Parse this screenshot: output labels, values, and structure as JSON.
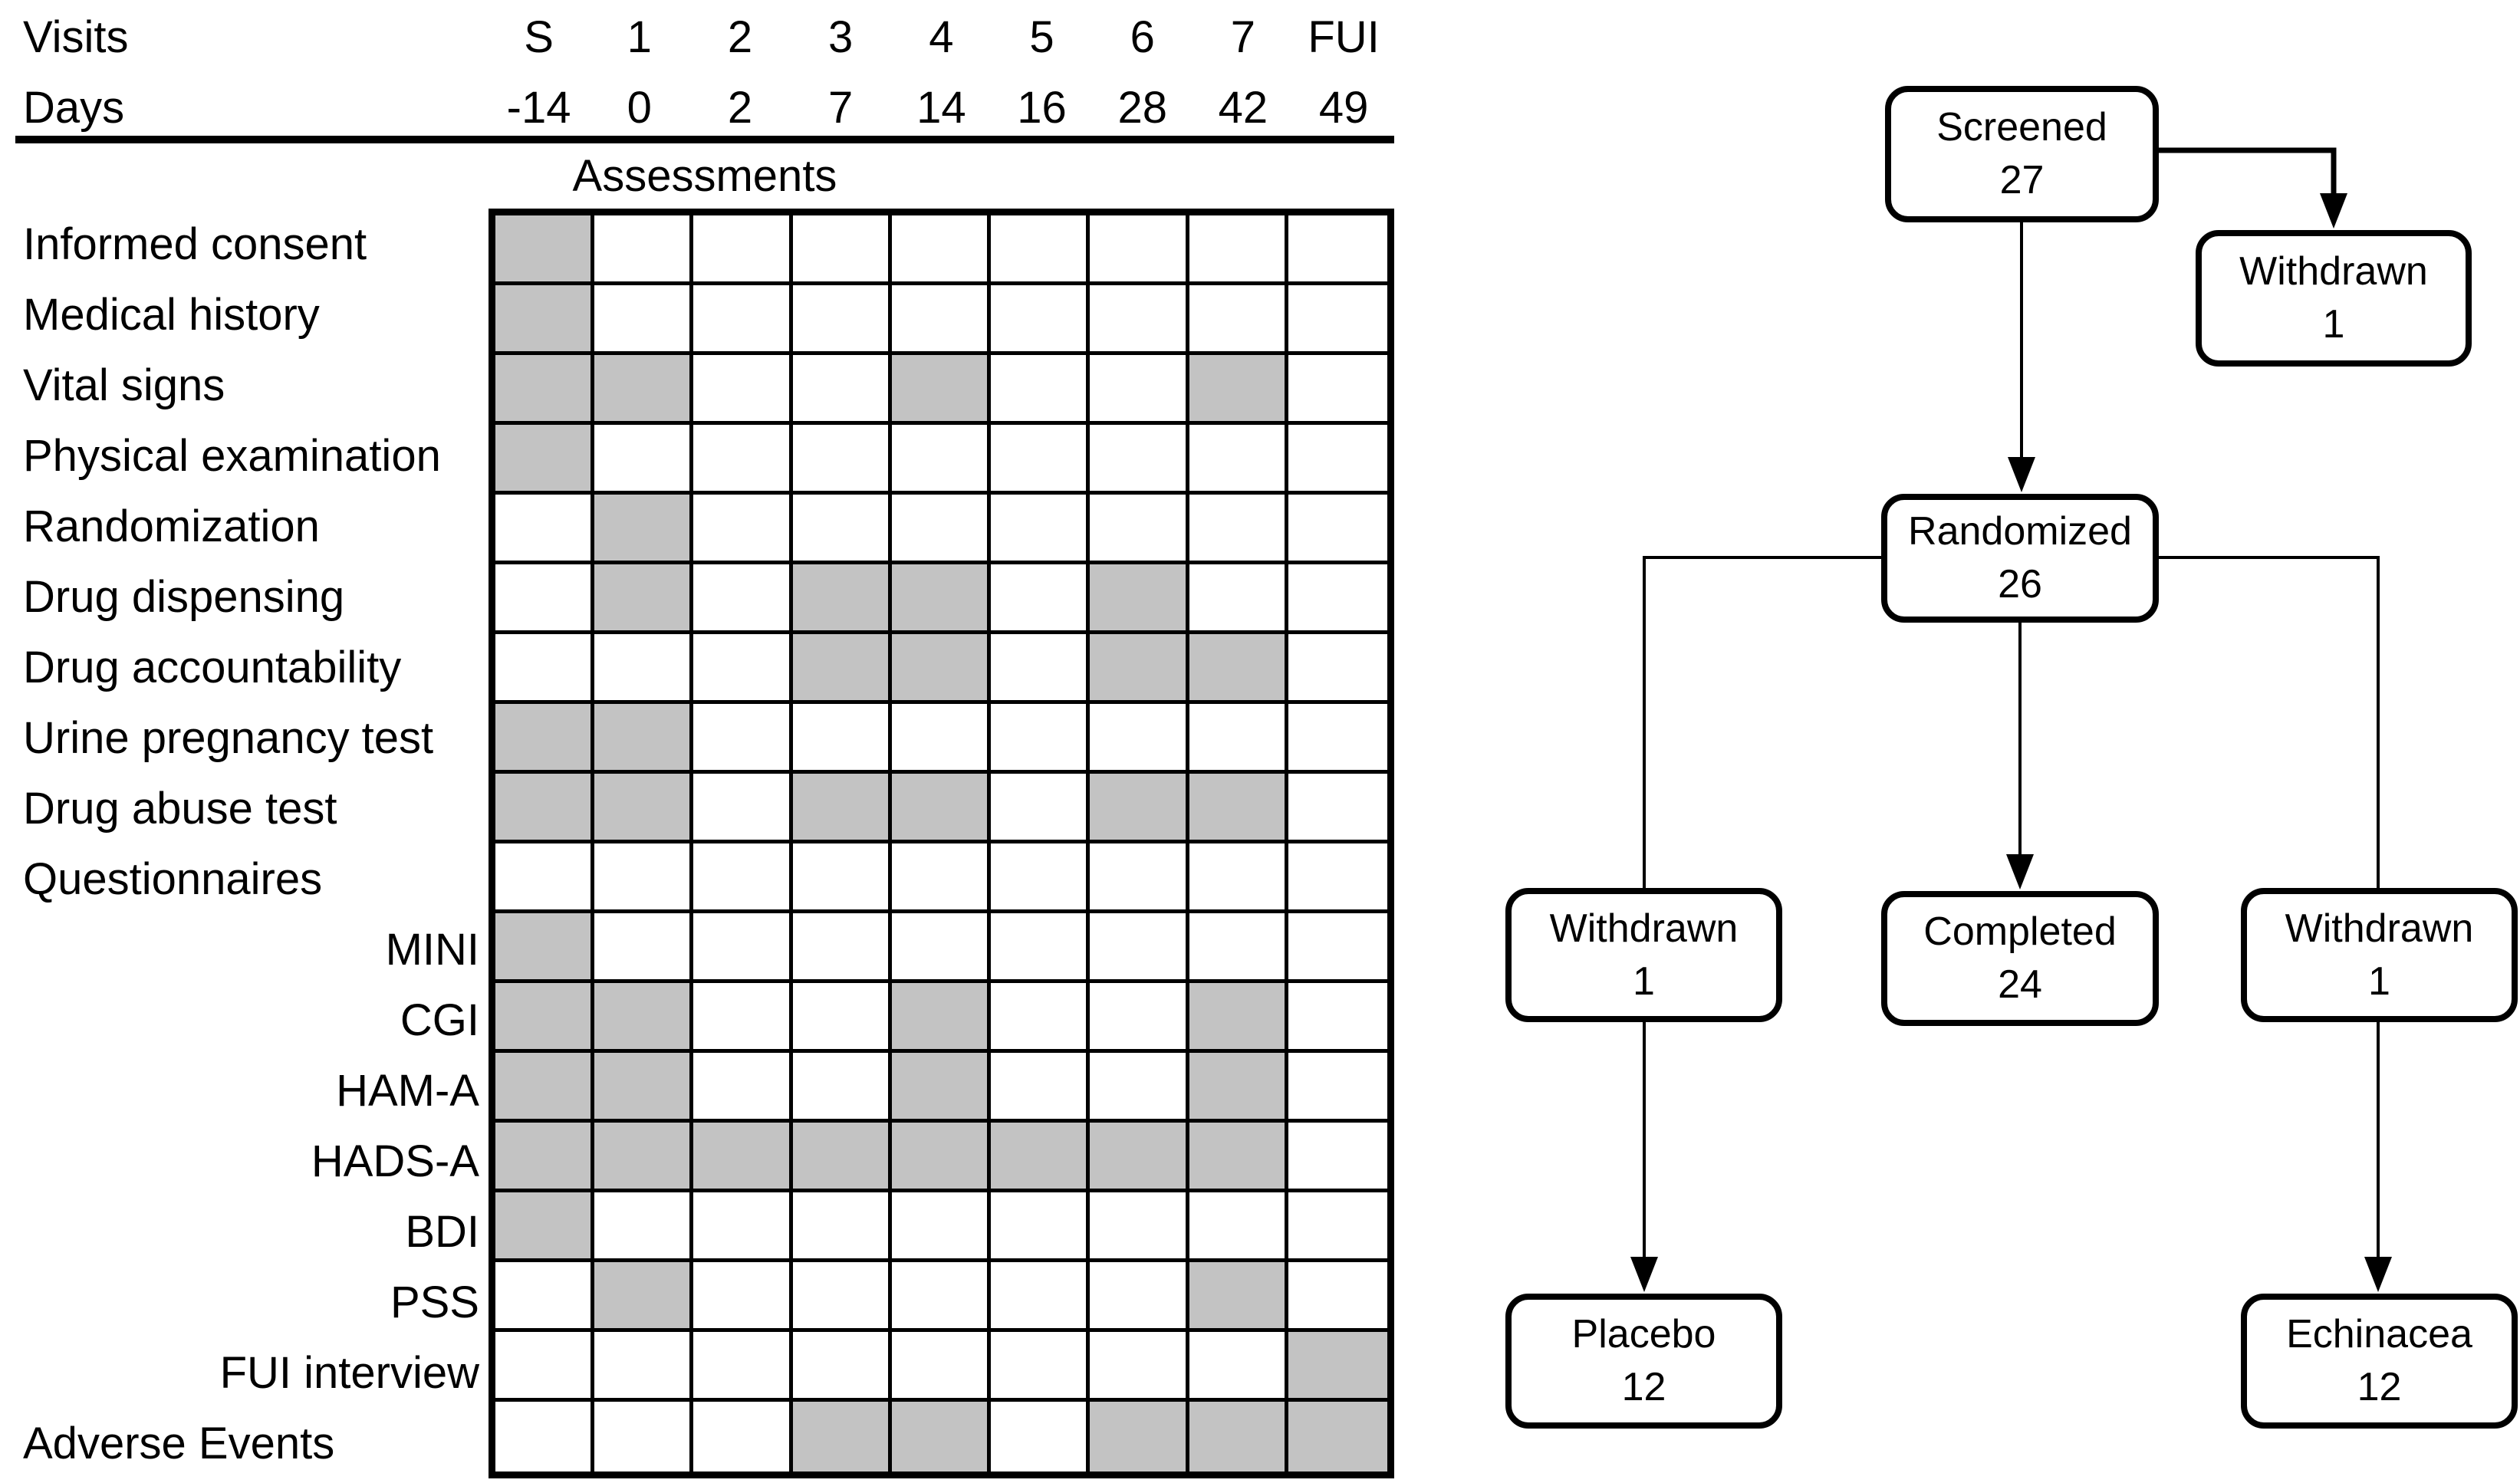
{
  "schedule": {
    "visits_label": "Visits",
    "days_label": "Days",
    "title": "Assessments",
    "visits": [
      "S",
      "1",
      "2",
      "3",
      "4",
      "5",
      "6",
      "7",
      "FUI"
    ],
    "days": [
      "-14",
      "0",
      "2",
      "7",
      "14",
      "16",
      "28",
      "42",
      "49"
    ],
    "rows": [
      {
        "label": "Informed consent",
        "indent": false,
        "shaded": [
          0
        ]
      },
      {
        "label": "Medical history",
        "indent": false,
        "shaded": [
          0
        ]
      },
      {
        "label": "Vital signs",
        "indent": false,
        "shaded": [
          0,
          1,
          4,
          7
        ]
      },
      {
        "label": "Physical examination",
        "indent": false,
        "shaded": [
          0
        ]
      },
      {
        "label": "Randomization",
        "indent": false,
        "shaded": [
          1
        ]
      },
      {
        "label": "Drug dispensing",
        "indent": false,
        "shaded": [
          1,
          3,
          4,
          6
        ]
      },
      {
        "label": "Drug accountability",
        "indent": false,
        "shaded": [
          3,
          4,
          6,
          7
        ]
      },
      {
        "label": "Urine pregnancy test",
        "indent": false,
        "shaded": [
          0,
          1
        ]
      },
      {
        "label": "Drug abuse test",
        "indent": false,
        "shaded": [
          0,
          1,
          3,
          4,
          6,
          7
        ]
      },
      {
        "label": "Questionnaires",
        "indent": false,
        "shaded": []
      },
      {
        "label": "MINI",
        "indent": true,
        "shaded": [
          0
        ]
      },
      {
        "label": "CGI",
        "indent": true,
        "shaded": [
          0,
          1,
          4,
          7
        ]
      },
      {
        "label": "HAM-A",
        "indent": true,
        "shaded": [
          0,
          1,
          4,
          7
        ]
      },
      {
        "label": "HADS-A",
        "indent": true,
        "shaded": [
          0,
          1,
          2,
          3,
          4,
          5,
          6,
          7
        ]
      },
      {
        "label": "BDI",
        "indent": true,
        "shaded": [
          0
        ]
      },
      {
        "label": "PSS",
        "indent": true,
        "shaded": [
          1,
          7
        ]
      },
      {
        "label": "FUI interview",
        "indent": true,
        "shaded": [
          8
        ]
      },
      {
        "label": "Adverse Events",
        "indent": false,
        "shaded": [
          3,
          4,
          6,
          7,
          8
        ]
      }
    ]
  },
  "flowchart": {
    "boxes": [
      {
        "id": "screened",
        "label": "Screened",
        "value": "27"
      },
      {
        "id": "withdrawn-screening",
        "label": "Withdrawn",
        "value": "1"
      },
      {
        "id": "randomized",
        "label": "Randomized",
        "value": "26"
      },
      {
        "id": "withdrawn-left",
        "label": "Withdrawn",
        "value": "1"
      },
      {
        "id": "completed",
        "label": "Completed",
        "value": "24"
      },
      {
        "id": "withdrawn-right",
        "label": "Withdrawn",
        "value": "1"
      },
      {
        "id": "placebo",
        "label": "Placebo",
        "value": "12"
      },
      {
        "id": "echinacea",
        "label": "Echinacea",
        "value": "12"
      }
    ]
  },
  "colors": {
    "shaded_cell": "#c3c3c3",
    "line": "#000000",
    "background": "#ffffff"
  }
}
